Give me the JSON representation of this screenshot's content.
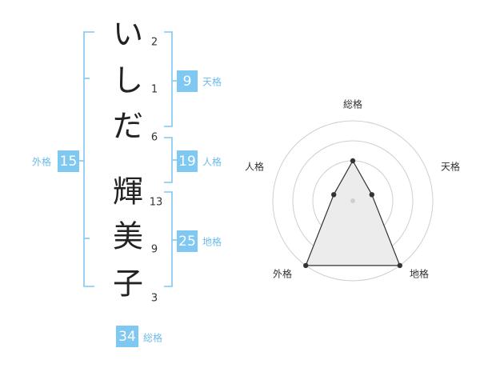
{
  "name_chars": [
    {
      "char": "い",
      "strokes": "2"
    },
    {
      "char": "し",
      "strokes": "1"
    },
    {
      "char": "だ",
      "strokes": "6"
    },
    {
      "char": "輝",
      "strokes": "13"
    },
    {
      "char": "美",
      "strokes": "9"
    },
    {
      "char": "子",
      "strokes": "3"
    }
  ],
  "kaku": {
    "tenkaku": {
      "value": "9",
      "label": "天格"
    },
    "jinkaku": {
      "value": "19",
      "label": "人格"
    },
    "chikaku": {
      "value": "25",
      "label": "地格"
    },
    "gaikaku": {
      "value": "15",
      "label": "外格"
    },
    "soukaku": {
      "value": "34",
      "label": "総格"
    }
  },
  "radar": {
    "axes": [
      "総格",
      "天格",
      "地格",
      "外格",
      "人格"
    ],
    "levels": 4,
    "max": 4,
    "values": [
      2,
      1,
      4,
      4,
      1
    ]
  },
  "colors": {
    "accent": "#7fc8f2",
    "accent_text": "#6dbbea",
    "ink": "#222222",
    "grid": "#cfcfcf",
    "fill": "#ececec"
  }
}
